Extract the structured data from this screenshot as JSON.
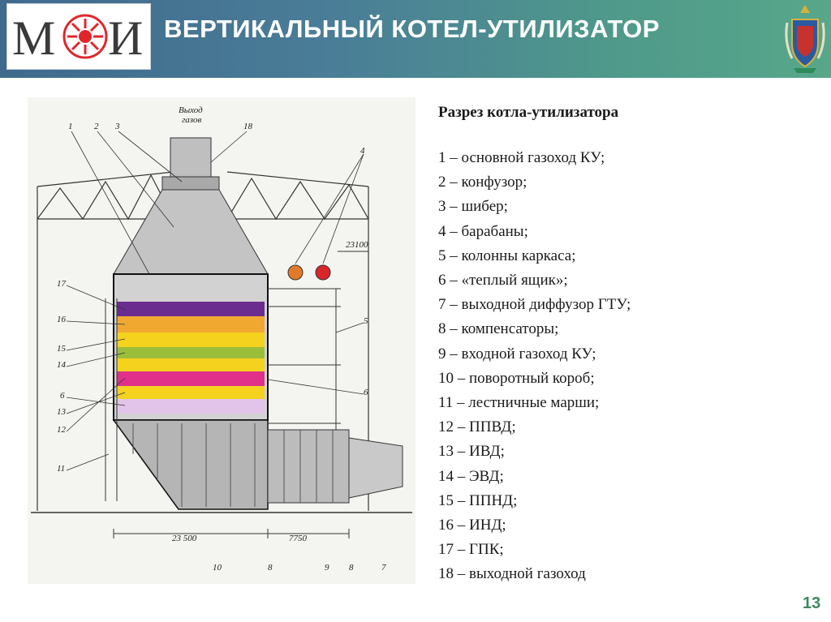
{
  "header": {
    "logo_text": "МЭИ",
    "title": "ВЕРТИКАЛЬНЫЙ КОТЕЛ-УТИЛИЗАТОР"
  },
  "diagram": {
    "label_exit_line1": "Выход",
    "label_exit_line2": "газов",
    "label_elevation": "23100",
    "label_dim_left": "23 500",
    "label_dim_right": "7750",
    "callouts": [
      "1",
      "2",
      "3",
      "18",
      "4",
      "17",
      "16",
      "15",
      "14",
      "6",
      "13",
      "12",
      "11",
      "5",
      "6",
      "10",
      "8",
      "9",
      "8",
      "7"
    ]
  },
  "legend": {
    "title": "Разрез котла-утилизатора",
    "items": [
      "1 – основной газоход КУ;",
      "2 – конфузор;",
      "3 – шибер;",
      "4 – барабаны;",
      "5 – колонны каркаса;",
      "6 – «теплый ящик»;",
      "7 – выходной диффузор ГТУ;",
      "8 – компенсаторы;",
      "9 – входной газоход КУ;",
      "10 – поворотный короб;",
      "11 – лестничные марши;",
      "12 – ППВД;",
      "13 –  ИВД;",
      "14 – ЭВД;",
      "15 – ППНД;",
      "16 – ИНД;",
      "17 – ГПК;",
      "18 – выходной газоход"
    ]
  },
  "page_number": "13",
  "colors": {
    "header_gradient_start": "#3f6a8e",
    "header_gradient_end": "#58a78a",
    "logo_red": "#e0262b",
    "logo_dark": "#3a3a3a",
    "page_number": "#3a8a5e"
  }
}
